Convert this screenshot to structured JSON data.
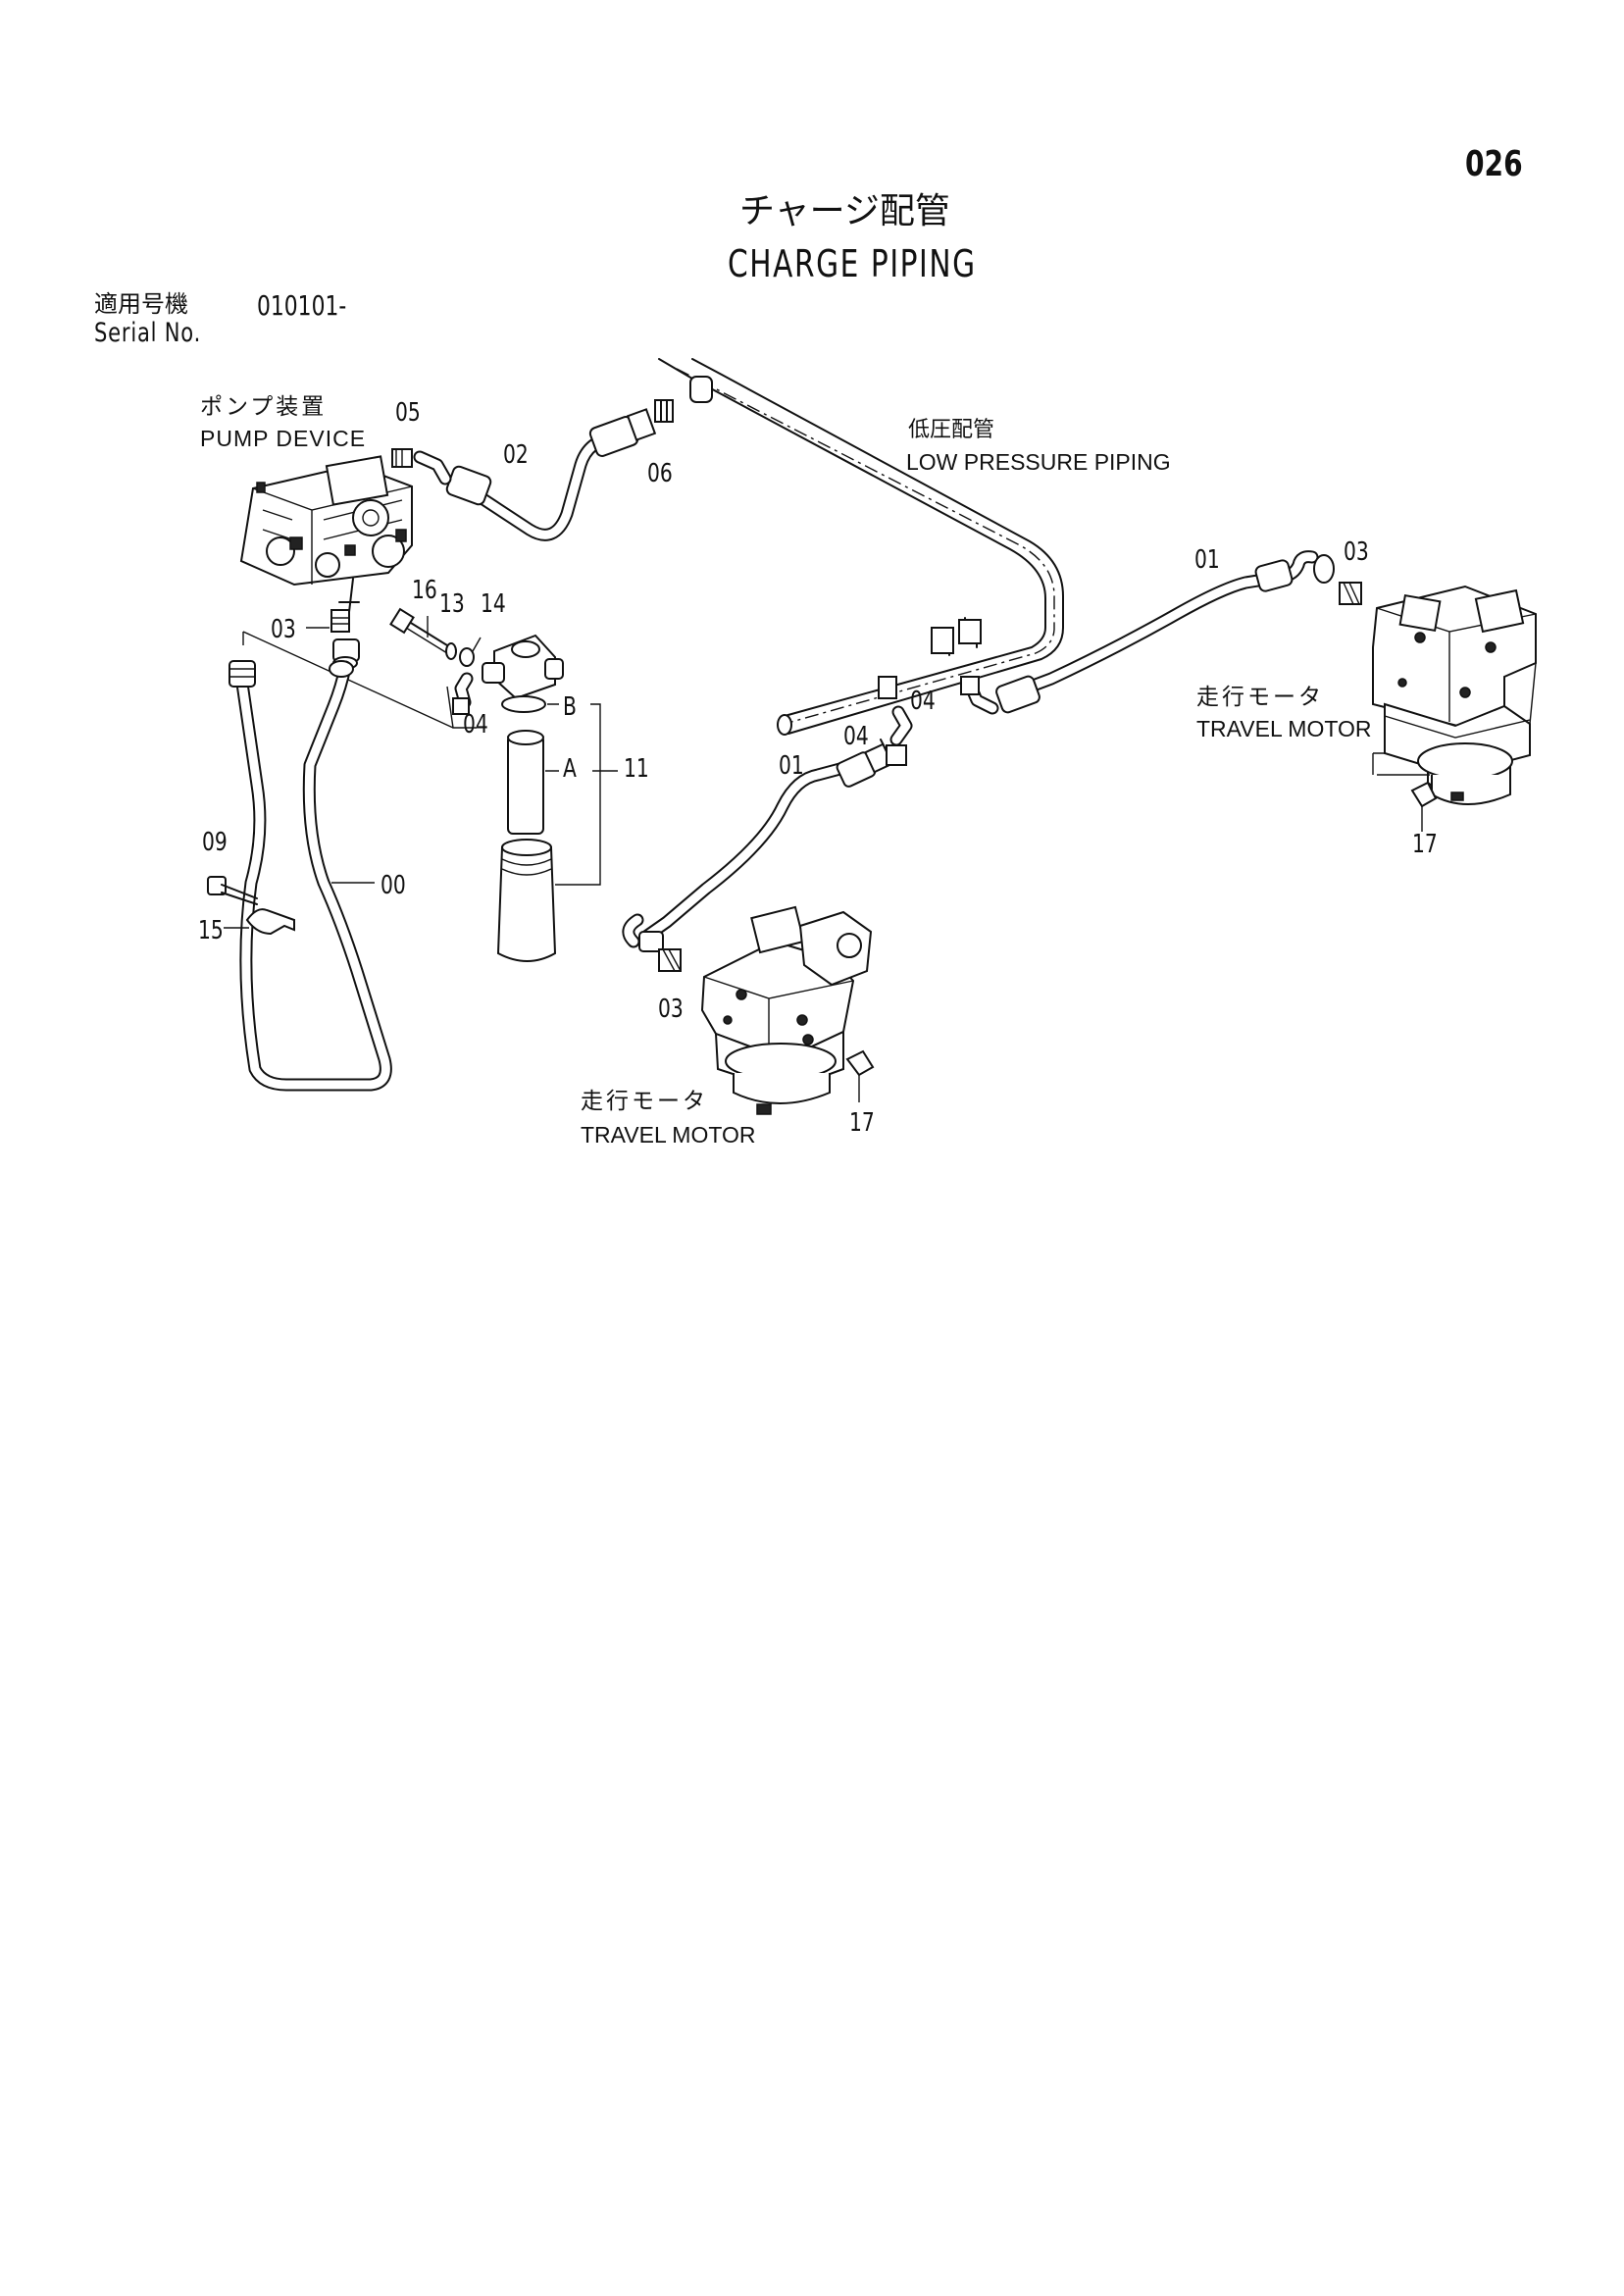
{
  "page_number": "026",
  "title_jp": "チャージ配管",
  "title_en": "CHARGE PIPING",
  "serial": {
    "label_jp": "適用号機",
    "value": "010101-",
    "label_en": "Serial No."
  },
  "captions": {
    "pump_device_jp": "ポンプ装置",
    "pump_device_en": "PUMP DEVICE",
    "low_pressure_jp": "低圧配管",
    "low_pressure_en": "LOW PRESSURE PIPING",
    "travel_motor_right_jp": "走行モータ",
    "travel_motor_right_en": "TRAVEL MOTOR",
    "travel_motor_left_jp": "走行モータ",
    "travel_motor_left_en": "TRAVEL MOTOR"
  },
  "callouts": {
    "c05": "05",
    "c02": "02",
    "c06": "06",
    "c16": "16",
    "c13": "13",
    "c14": "14",
    "c03a": "03",
    "c04a": "04",
    "cB": "B",
    "cA": "A",
    "c11": "11",
    "c09": "09",
    "c15": "15",
    "c00": "00",
    "c01a": "01",
    "c03b": "03",
    "c04b": "04",
    "c04c": "04",
    "c01b": "01",
    "c03c": "03",
    "c17a": "17",
    "c17b": "17"
  }
}
